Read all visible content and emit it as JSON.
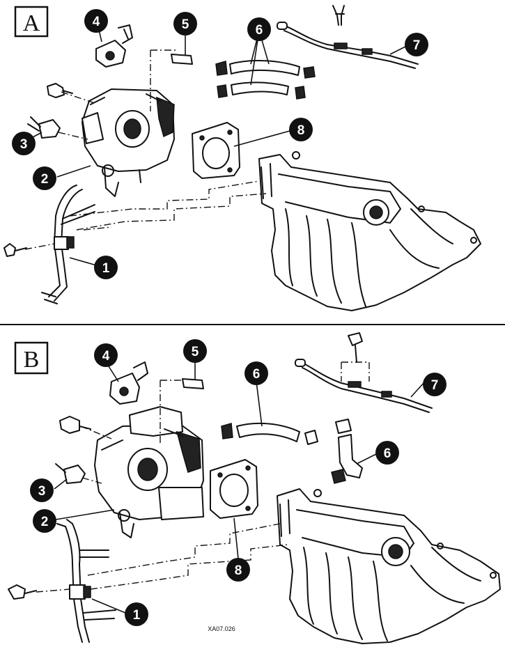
{
  "panels": [
    {
      "label": "A",
      "callouts": [
        "1",
        "2",
        "3",
        "4",
        "5",
        "6",
        "7",
        "8"
      ]
    },
    {
      "label": "B",
      "callouts": [
        "1",
        "2",
        "3",
        "4",
        "5",
        "6",
        "7",
        "8",
        "6"
      ]
    }
  ],
  "reference_code": "XA07.026"
}
